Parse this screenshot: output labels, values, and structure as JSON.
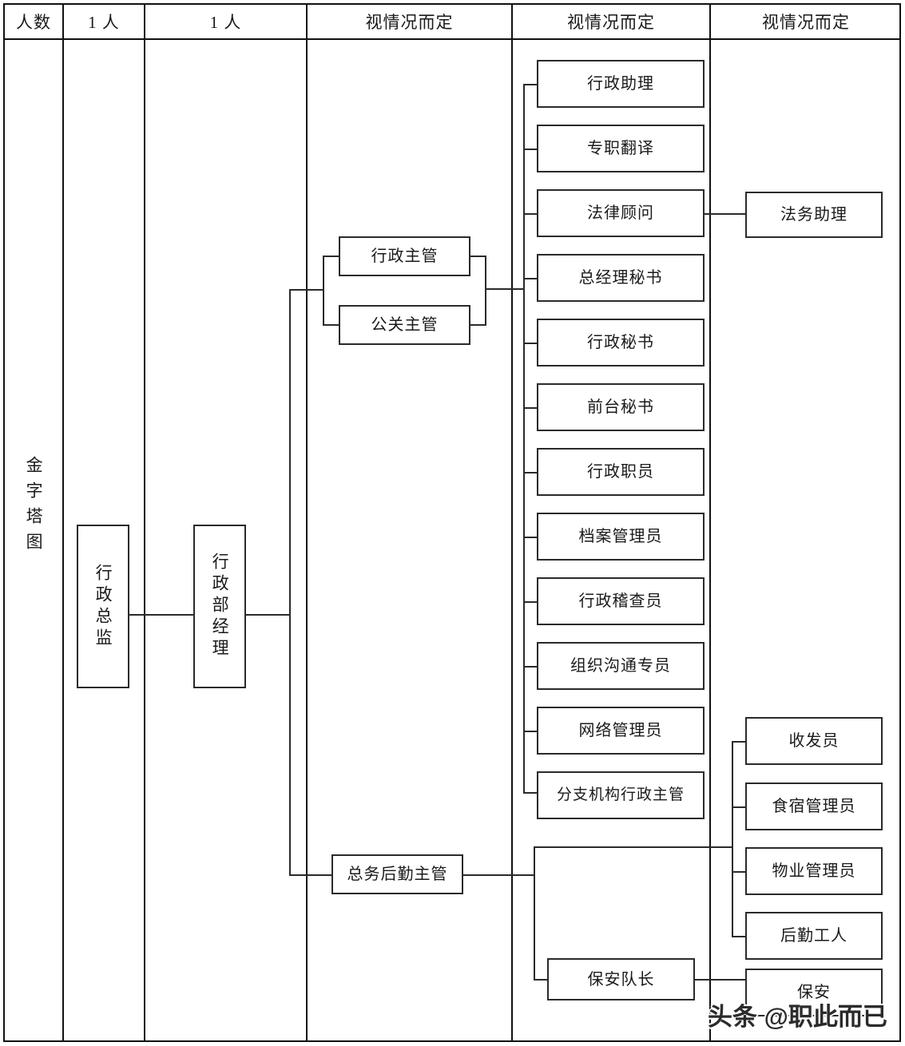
{
  "header": {
    "label_col1": "人数",
    "cells": [
      "1 人",
      "1 人",
      "视情况而定",
      "视情况而定",
      "视情况而定"
    ]
  },
  "row_label": "金字塔图",
  "level1": {
    "label": "行政总监"
  },
  "level2": {
    "label": "行政部经理"
  },
  "level3": [
    {
      "label": "行政主管"
    },
    {
      "label": "公关主管"
    },
    {
      "label": "总务后勤主管"
    }
  ],
  "level4_admin": [
    {
      "label": "行政助理"
    },
    {
      "label": "专职翻译"
    },
    {
      "label": "法律顾问"
    },
    {
      "label": "总经理秘书"
    },
    {
      "label": "行政秘书"
    },
    {
      "label": "前台秘书"
    },
    {
      "label": "行政职员"
    },
    {
      "label": "档案管理员"
    },
    {
      "label": "行政稽查员"
    },
    {
      "label": "组织沟通专员"
    },
    {
      "label": "网络管理员"
    },
    {
      "label": "分支机构行政主管"
    }
  ],
  "level4_logistics": [
    {
      "label": "保安队长"
    }
  ],
  "level5_legal": [
    {
      "label": "法务助理"
    }
  ],
  "level5_logistics": [
    {
      "label": "收发员"
    },
    {
      "label": "食宿管理员"
    },
    {
      "label": "物业管理员"
    },
    {
      "label": "后勤工人"
    }
  ],
  "level5_security": [
    {
      "label": "保安"
    }
  ],
  "watermark": {
    "text": "头条 @职此而已"
  },
  "colors": {
    "line": "#2a2a2a",
    "frame": "#111111",
    "background": "#ffffff"
  }
}
